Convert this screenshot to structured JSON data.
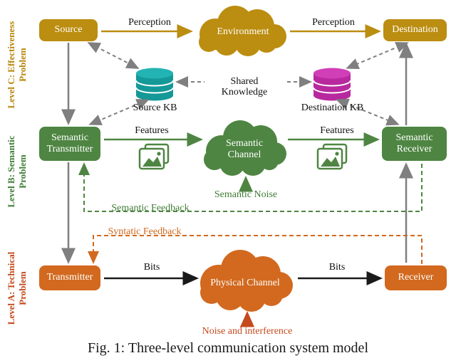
{
  "caption": "Fig. 1: Three-level communication system model",
  "levels": [
    {
      "id": "c",
      "label": "Level C: Effectiveness Problem",
      "color": "#B8860B"
    },
    {
      "id": "b",
      "label": "Level B: Semantic Problem",
      "color": "#3F7D35"
    },
    {
      "id": "a",
      "label": "Level A: Technical Problem",
      "color": "#C4491C"
    }
  ],
  "nodes": {
    "source": "Source",
    "environment": "Environment",
    "destination": "Destination",
    "source_kb": "Source KB",
    "destination_kb": "Destination KB",
    "semantic_transmitter": "Semantic Transmitter",
    "semantic_channel": "Semantic Channel",
    "semantic_receiver": "Semantic Receiver",
    "transmitter": "Transmitter",
    "physical_channel": "Physical Channel",
    "receiver": "Receiver"
  },
  "edges": {
    "perception": "Perception",
    "features": "Features",
    "bits": "Bits",
    "shared_knowledge": "Shared Knowledge",
    "semantic_noise": "Semantic Noise",
    "semantic_feedback": "Semantic Feedback",
    "syntatic_feedback": "Syntatic Feedback",
    "noise_interference": "Noise and interference"
  },
  "colors": {
    "gold": "#BB8D10",
    "green": "#4E8542",
    "orange": "#D2691E",
    "teal": "#149898",
    "magenta": "#B8289E",
    "gray": "#7F7F7F",
    "red_orange": "#C4491C",
    "black": "#1A1A1A"
  }
}
